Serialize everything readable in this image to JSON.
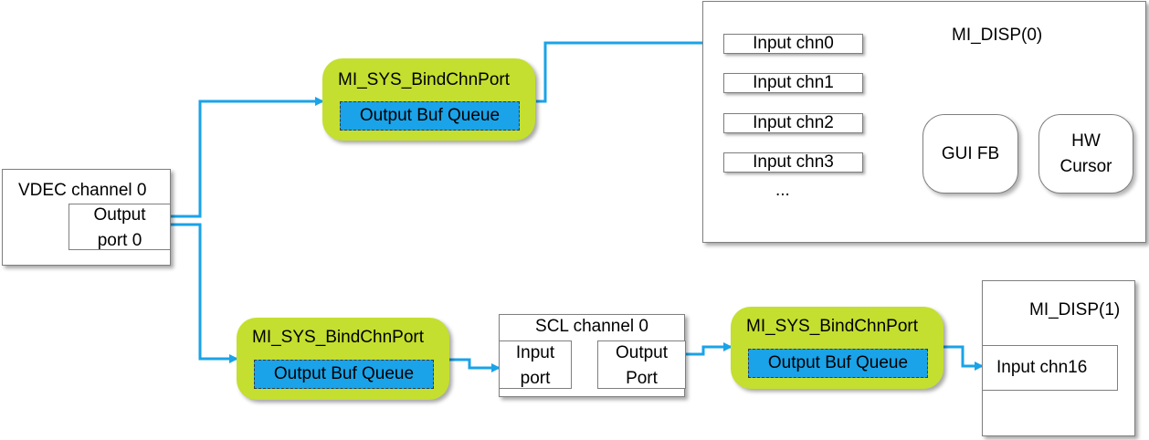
{
  "vdec": {
    "title": "VDEC channel 0",
    "port_line1": "Output",
    "port_line2": "port 0"
  },
  "bind_top": {
    "title": "MI_SYS_BindChnPort",
    "queue": "Output Buf Queue"
  },
  "bind_bottom": {
    "title": "MI_SYS_BindChnPort",
    "queue": "Output Buf Queue"
  },
  "bind_right": {
    "title": "MI_SYS_BindChnPort",
    "queue": "Output Buf Queue"
  },
  "disp0": {
    "title": "MI_DISP(0)",
    "inputs": [
      "Input chn0",
      "Input chn1",
      "Input chn2",
      "Input chn3"
    ],
    "ellipsis": "...",
    "gui_fb": "GUI FB",
    "hw_cursor_line1": "HW",
    "hw_cursor_line2": "Cursor"
  },
  "scl": {
    "title": "SCL channel 0",
    "input_line1": "Input",
    "input_line2": "port",
    "output_line1": "Output",
    "output_line2": "Port"
  },
  "disp1": {
    "title": "MI_DISP(1)",
    "input": "Input chn16"
  },
  "colors": {
    "connector": "#1aa3e8",
    "bind_fill": "#c4df2f",
    "queue_fill": "#1aa3e8"
  }
}
